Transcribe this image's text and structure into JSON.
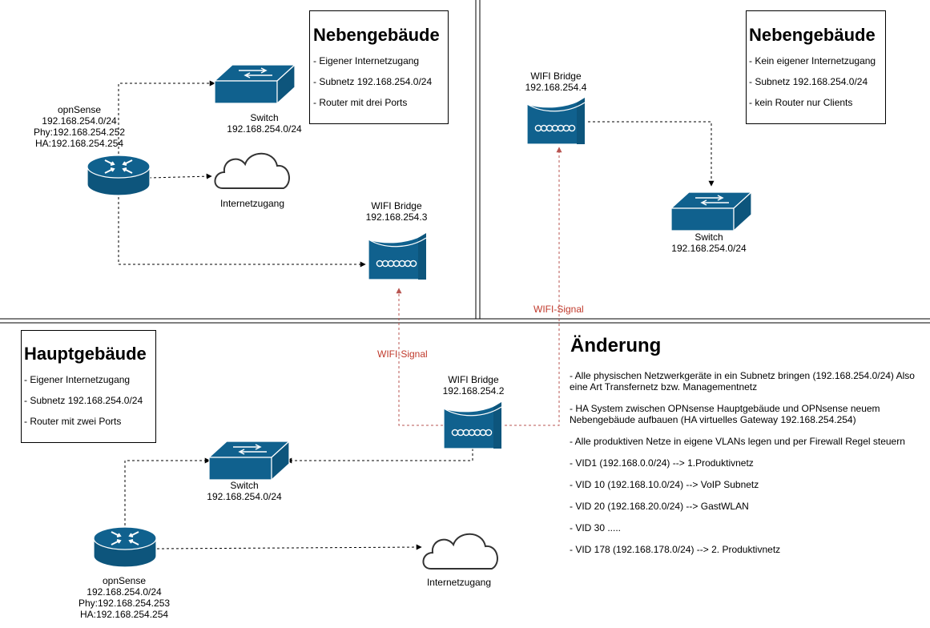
{
  "boxes": {
    "neben1": {
      "title": "Nebengebäude",
      "items": [
        "- Eigener Internetzugang",
        "- Subnetz 192.168.254.0/24",
        "- Router mit drei Ports"
      ]
    },
    "neben2": {
      "title": "Nebengebäude",
      "items": [
        "- Kein eigener Internetzugang",
        "- Subnetz 192.168.254.0/24",
        "- kein Router nur Clients"
      ]
    },
    "haupt": {
      "title": "Hauptgebäude",
      "items": [
        "- Eigener Internetzugang",
        "- Subnetz 192.168.254.0/24",
        "- Router mit zwei Ports"
      ]
    }
  },
  "labels": {
    "router1": [
      "opnSense",
      "192.168.254.0/24",
      "Phy:192.168.254.252",
      "HA:192.168.254.254"
    ],
    "router2": [
      "opnSense",
      "192.168.254.0/24",
      "Phy:192.168.254.253",
      "HA:192.168.254.254"
    ],
    "switch1": [
      "Switch",
      "192.168.254.0/24"
    ],
    "switch2": [
      "Switch",
      "192.168.254.0/24"
    ],
    "switch3": [
      "Switch",
      "192.168.254.0/24"
    ],
    "cloud1": "Internetzugang",
    "cloud2": "Internetzugang",
    "bridge3": [
      "WIFI Bridge",
      "192.168.254.3"
    ],
    "bridge4": [
      "WIFI Bridge",
      "192.168.254.4"
    ],
    "bridge2": [
      "WIFI Bridge",
      "192.168.254.2"
    ],
    "signal1": "WIFI-Signal",
    "signal2": "WIFI-Signal"
  },
  "changes": {
    "title": "Änderung",
    "items": [
      "- Alle physischen Netzwerkgeräte in ein Subnetz bringen (192.168.254.0/24) Also eine Art Transfernetz bzw. Managementnetz",
      "- HA System zwischen OPNsense Hauptgebäude und OPNsense neuem Nebengebäude aufbauen (HA virtuelles Gateway 192.168.254.254)",
      "- Alle produktiven Netze in eigene VLANs legen und per Firewall Regel steuern",
      "- VID1 (192.168.0.0/24) --> 1.Produktivnetz",
      "- VID 10 (192.168.10.0/24) --> VoIP Subnetz",
      "- VID 20 (192.168.20.0/24) --> GastWLAN",
      "- VID 30 .....",
      "- VID 178 (192.168.178.0/24) --> 2. Produktivnetz"
    ]
  },
  "colors": {
    "device": "#10618e",
    "link": "#000000",
    "signal": "#b85450",
    "signalText": "#c0392b"
  }
}
